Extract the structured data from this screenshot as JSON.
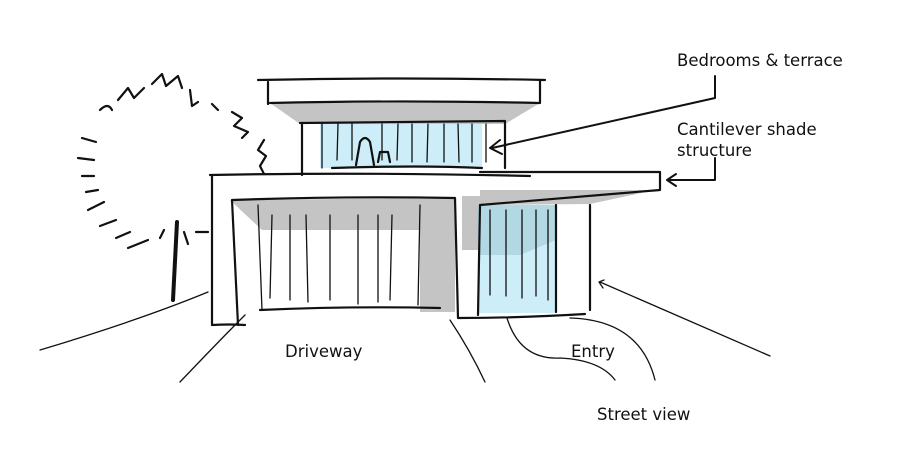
{
  "labels": {
    "bedrooms": "Bedrooms & terrace",
    "cantilever_line1": "Cantilever shade",
    "cantilever_line2": "structure",
    "driveway": "Driveway",
    "entry": "Entry",
    "street_view": "Street view"
  },
  "colors": {
    "glass": "#cdeef8",
    "shadow": "#c4c4c4",
    "ink": "#111111"
  }
}
